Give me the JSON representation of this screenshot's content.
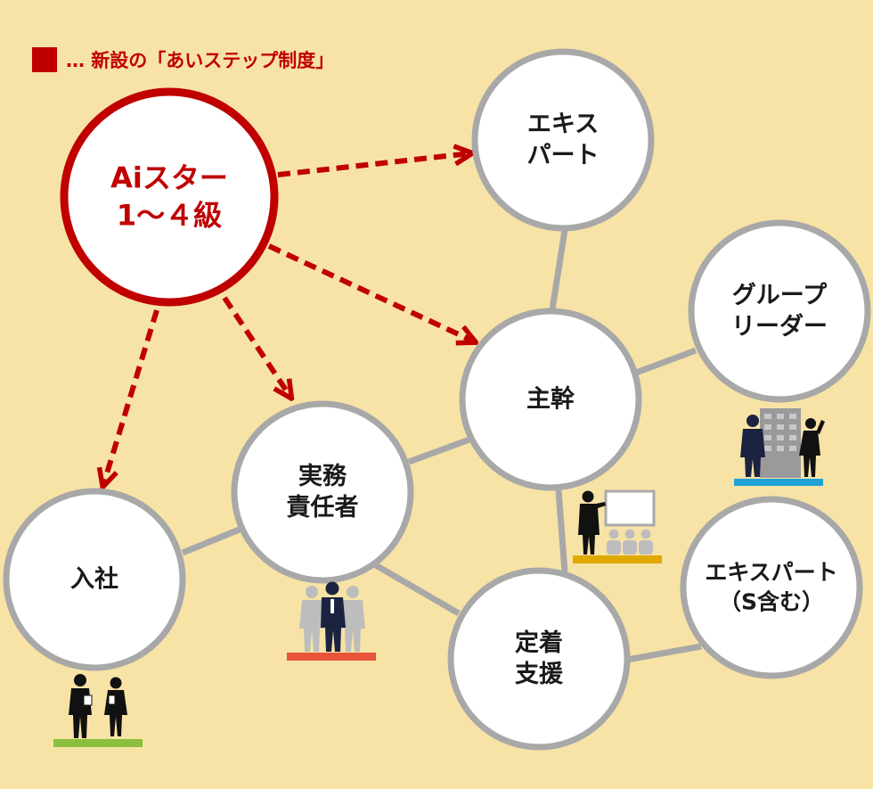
{
  "legend": {
    "text": "… 新設の「あいステップ制度」",
    "color": "#c00000"
  },
  "colors": {
    "background": "#f8e3a6",
    "accent": "#c00000",
    "link": "#a8a8a8",
    "node_border": "#a8a8a8",
    "node_fill": "#ffffff"
  },
  "nodes": {
    "ai_star": {
      "line1": "Aiスター",
      "line2": "1〜４級"
    },
    "expert": {
      "line1": "エキス",
      "line2": "パート"
    },
    "group_leader": {
      "line1": "グループ",
      "line2": "リーダー"
    },
    "chief": {
      "line1": "主幹"
    },
    "practical": {
      "line1": "実務",
      "line2": "責任者"
    },
    "entry": {
      "line1": "入社"
    },
    "settle": {
      "line1": "定着",
      "line2": "支援"
    },
    "expert_s": {
      "line1": "エキスパート",
      "line2": "（S含む）"
    }
  },
  "figures": {
    "entry_bar": "#8bbf3f",
    "practical_bar": "#e8553a",
    "chief_bar": "#e0a800",
    "group_leader_bar": "#1fa3d6"
  }
}
